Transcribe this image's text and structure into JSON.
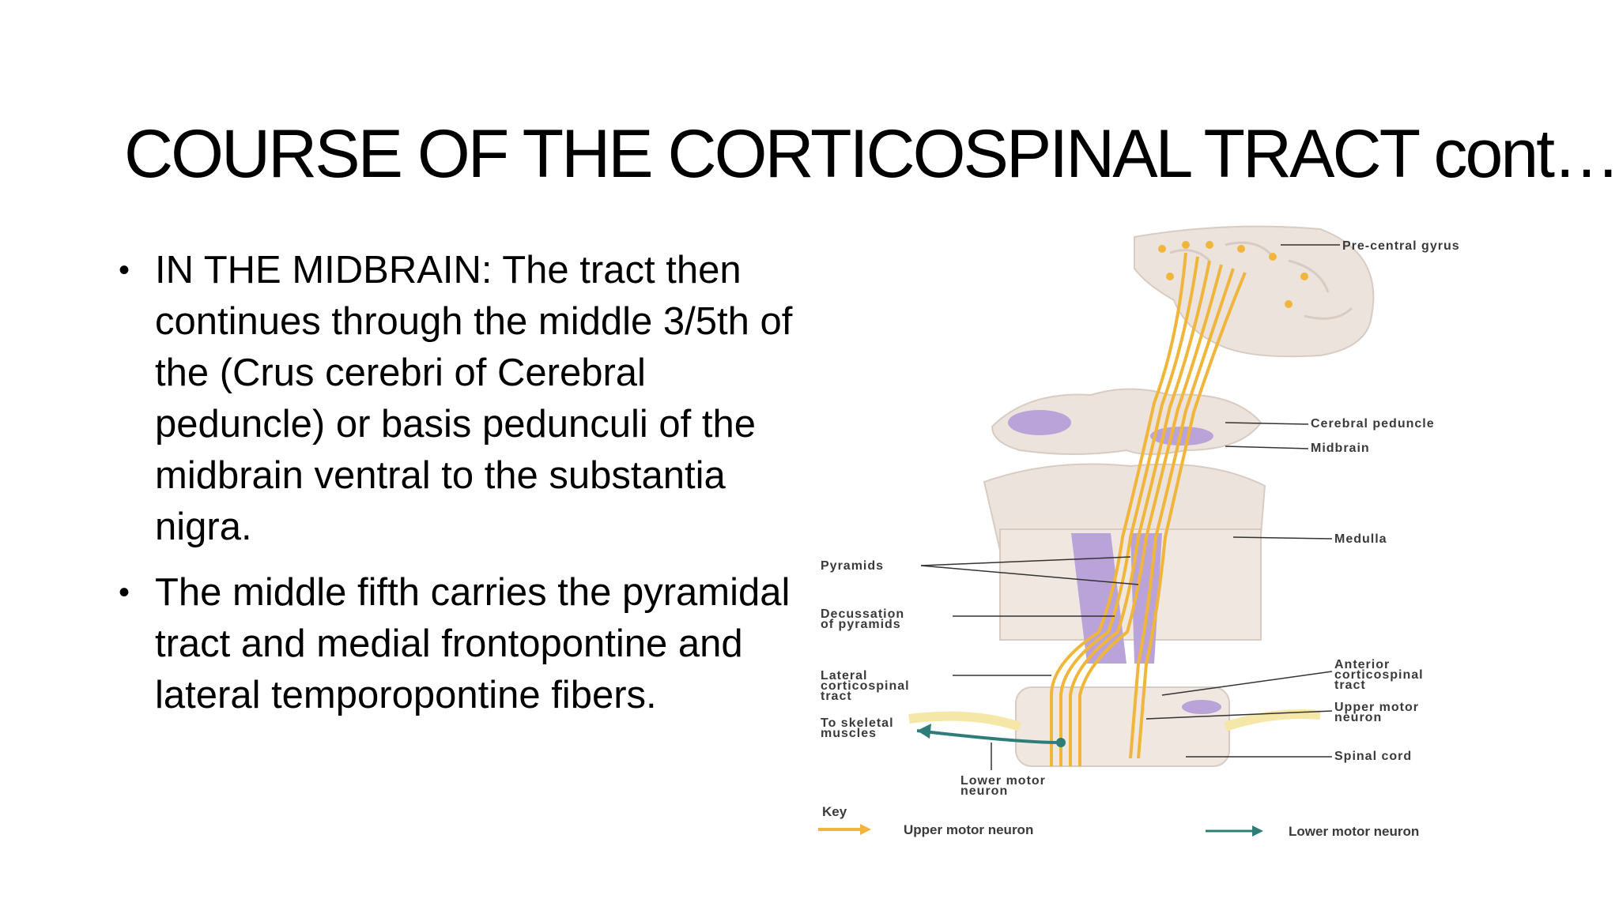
{
  "slide": {
    "title": "COURSE OF THE CORTICOSPINAL TRACT cont…",
    "bullets": [
      "IN THE MIDBRAIN: The tract then continues through the middle 3/5th of the (Crus cerebri of Cerebral peduncle) or basis pedunculi of the midbrain ventral to the substantia nigra.",
      "The middle fifth carries the pyramidal tract and medial frontopontine and lateral temporopontine fibers."
    ]
  },
  "figure": {
    "labels": {
      "precentral": "Pre-central gyrus",
      "cerebral_peduncle": "Cerebral peduncle",
      "midbrain": "Midbrain",
      "medulla": "Medulla",
      "pyramids": "Pyramids",
      "decussation_1": "Decussation",
      "decussation_2": "of pyramids",
      "lateral_1": "Lateral",
      "lateral_2": "corticospinal",
      "lateral_3": "tract",
      "skeletal_1": "To skeletal",
      "skeletal_2": "muscles",
      "anterior_1": "Anterior",
      "anterior_2": "corticospinal",
      "anterior_3": "tract",
      "umn_1": "Upper motor",
      "umn_2": "neuron",
      "spinal_cord": "Spinal cord",
      "lmn_1": "Lower motor",
      "lmn_2": "neuron"
    },
    "key": {
      "title": "Key",
      "upper": "Upper motor neuron",
      "lower": "Lower motor neuron"
    },
    "colors": {
      "tract": "#f0b63c",
      "pyramid": "#b9a3d8",
      "tissue": "#ece3dc",
      "lower_neuron": "#2f7d78"
    }
  }
}
